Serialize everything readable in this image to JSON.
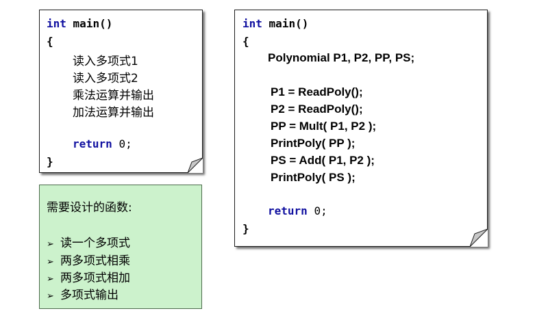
{
  "left_code": {
    "int": "int",
    "main": "main()",
    "open": "{",
    "steps": [
      "读入多项式1",
      "读入多项式2",
      "乘法运算并输出",
      "加法运算并输出"
    ],
    "return_kw": "return",
    "return_val": "0;",
    "close": "}"
  },
  "right_code": {
    "int": "int",
    "main": "main()",
    "open": "{",
    "decl": "Polynomial P1, P2, PP, PS;",
    "lines": [
      "P1 = ReadPoly();",
      "P2 = ReadPoly();",
      "PP = Mult( P1, P2 );",
      "PrintPoly( PP );",
      "PS = Add( P1, P2 );",
      "PrintPoly( PS );"
    ],
    "return_kw": "return",
    "return_val": "0;",
    "close": "}"
  },
  "functions_box": {
    "title": "需要设计的函数:",
    "bullet": "➢",
    "items": [
      "读一个多项式",
      "两多项式相乘",
      "两多项式相加",
      "多项式输出"
    ]
  },
  "colors": {
    "keyword": "#1010a0",
    "green_box": "#ccf2cc"
  }
}
